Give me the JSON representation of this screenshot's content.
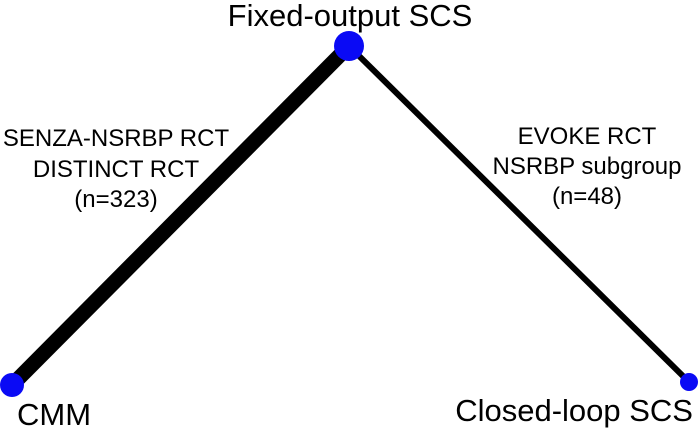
{
  "figure": {
    "type": "evidence-network-diagram",
    "background": "#ffffff"
  },
  "colors": {
    "node": "#0a0af5",
    "edge": "#000000",
    "text": "#000000"
  },
  "nodes": [
    {
      "id": "fixed-output-scs",
      "label": "Fixed-output SCS"
    },
    {
      "id": "cmm",
      "label": "CMM"
    },
    {
      "id": "closed-loop-scs",
      "label": "Closed-loop SCS"
    }
  ],
  "edges": [
    {
      "from": "CMM",
      "to": "Fixed-output SCS",
      "n": 323,
      "lines": [
        "SENZA-NSRBP RCT",
        "DISTINCT RCT",
        "(n=323)"
      ]
    },
    {
      "from": "Fixed-output SCS",
      "to": "Closed-loop SCS",
      "n": 48,
      "lines": [
        "EVOKE RCT",
        "NSRBP subgroup",
        "(n=48)"
      ]
    }
  ]
}
